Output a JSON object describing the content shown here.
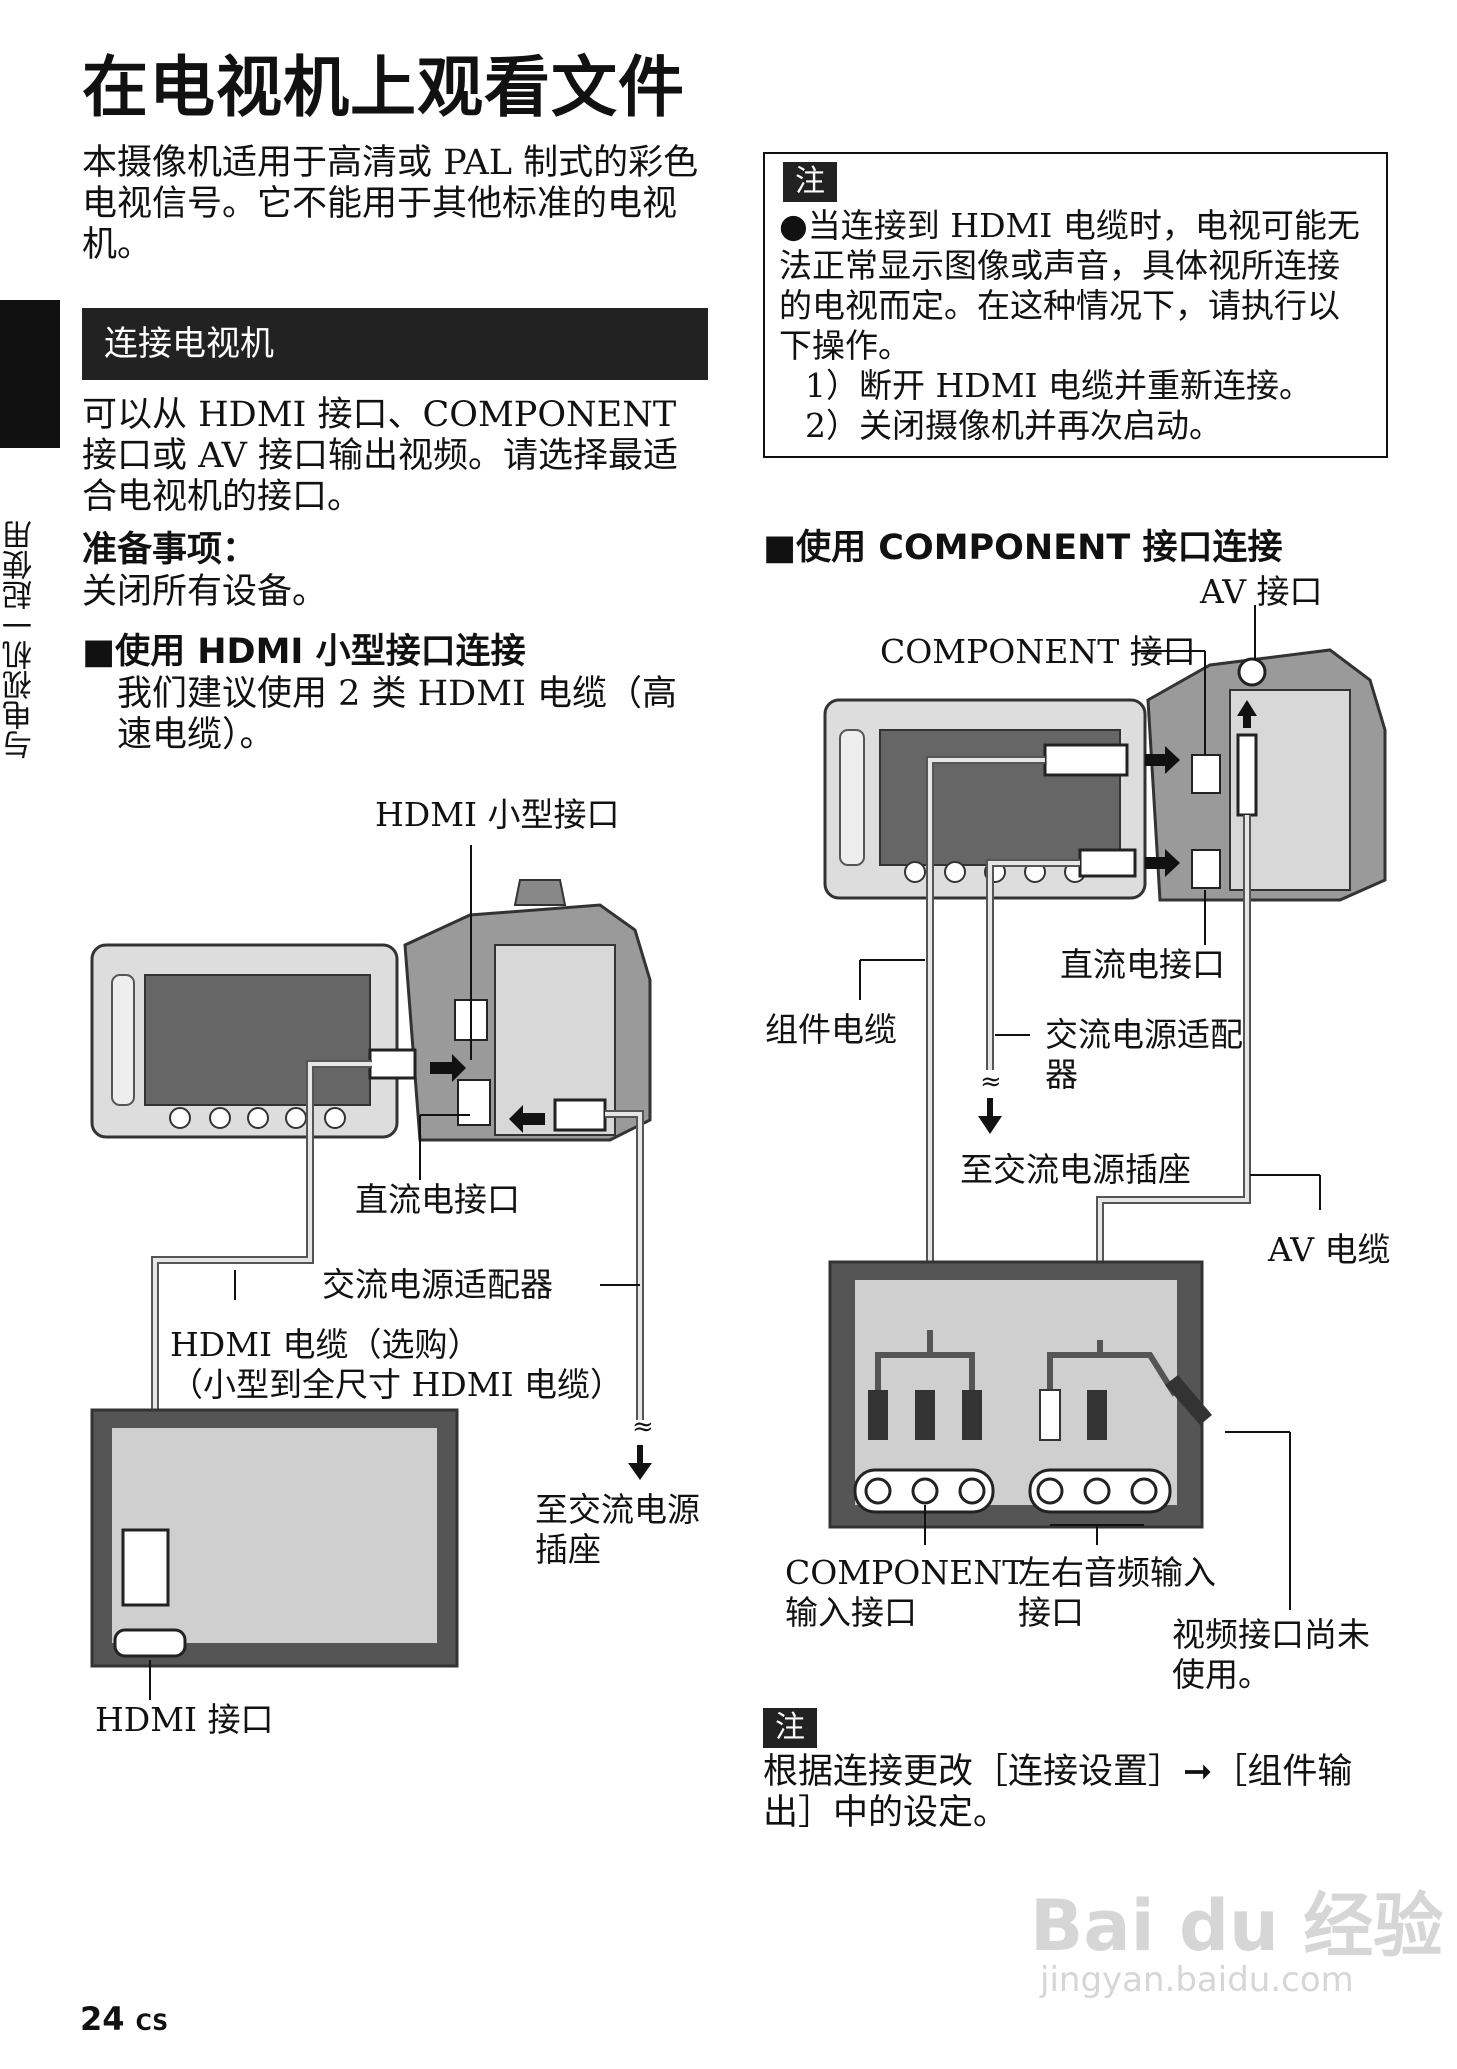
{
  "page": {
    "title": "在电视机上观看文件",
    "intro": "本摄像机适用于高清或 PAL 制式的彩色电视信号。它不能用于其他标准的电视机。",
    "side_tab": "与电视机一起使用",
    "page_number": "24",
    "page_suffix": "CS"
  },
  "section": {
    "heading": "连接电视机",
    "body": "可以从 HDMI 接口、COMPONENT 接口或 AV 接口输出视频。请选择最适合电视机的接口。",
    "prep_heading": "准备事项：",
    "prep_text": "关闭所有设备。",
    "hdmi_heading": "■使用 HDMI 小型接口连接",
    "hdmi_text": "我们建议使用 2 类 HDMI 电缆（高速电缆）。"
  },
  "note_top": {
    "tag": "注",
    "bullet": "●当连接到 HDMI 电缆时，电视可能无法正常显示图像或声音，具体视所连接的电视而定。在这种情况下，请执行以下操作。",
    "step1": "1）断开 HDMI 电缆并重新连接。",
    "step2": "2）关闭摄像机并再次启动。"
  },
  "component": {
    "heading": "■使用 COMPONENT 接口连接"
  },
  "hdmi_diagram": {
    "mini_port": "HDMI 小型接口",
    "dc_port": "直流电接口",
    "ac_adapter": "交流电源适配器",
    "cable_line1": "HDMI 电缆（选购）",
    "cable_line2": "（小型到全尺寸 HDMI 电缆）",
    "to_outlet": "至交流电源插座",
    "hdmi_port": "HDMI 接口"
  },
  "component_diagram": {
    "av_port": "AV 接口",
    "component_port": "COMPONENT 接口",
    "dc_port": "直流电接口",
    "component_cable": "组件电缆",
    "ac_adapter": "交流电源适配器",
    "to_outlet": "至交流电源插座",
    "av_cable": "AV 电缆",
    "component_input": "COMPONENT 输入接口",
    "audio_input": "左右音频输入接口",
    "video_unused": "视频接口尚未使用。"
  },
  "note_bottom": {
    "tag": "注",
    "text": "根据连接更改［连接设置］➞［组件输出］中的设定。"
  },
  "watermark": {
    "main": "Bai du 经验",
    "sub": "jingyan.baidu.com"
  }
}
